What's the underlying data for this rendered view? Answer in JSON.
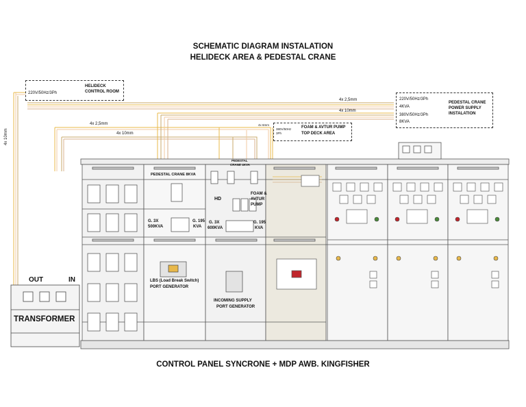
{
  "title": {
    "line1": "SCHEMATIC DIAGRAM INSTALATION",
    "line2": "HELIDECK AREA & PEDESTAL CRANE"
  },
  "helideck_box": {
    "label1": "HELIDECK",
    "label2": "CONTROL ROOM",
    "supply": "220V/50Hz/3Ph"
  },
  "crane_box": {
    "supply1": "220V/50Hz/3Ph",
    "supply2": "4KVA",
    "supply3": "380V/50Hz/3Ph",
    "supply4": "8KVA",
    "label1": "PEDESTAL CRANE",
    "label2": "POWER SUPPLY",
    "label3": "INSTALATION"
  },
  "foam_box": {
    "supply1": "380V/50Hz",
    "supply2": "3Ph",
    "label1": "FOAM & AVTUR PUMP",
    "label2": "TOP DECK AREA"
  },
  "cables": {
    "c1": "4x 2,5mm",
    "c2": "4x 10mm",
    "c3": "4x 2,5mm",
    "c4": "4x 10mm",
    "c5": "4x 6mm",
    "c6": "4x 10mm"
  },
  "panels": {
    "pedestal_8kva": "PEDESTAL CRANE 8KVA",
    "pedestal_4kva_1": "PEDESTAL",
    "pedestal_4kva_2": "CRANE 4KVA",
    "g3x_left_1": "G. 3X",
    "g3x_left_2": "500KVA",
    "g195_left_1": "G. 195",
    "g195_left_2": "KVA",
    "g3x_mid_1": "G. 3X",
    "g3x_mid_2": "600KVA",
    "g195_mid_1": "G. 195",
    "g195_mid_2": "KVA",
    "hd": "HD",
    "foam_1": "FOAM &",
    "foam_2": "AVTUR",
    "foam_3": "PUMP",
    "lbs_1": "LBS (Load Break Switch)",
    "lbs_2": "PORT GENERATOR",
    "incoming_1": "INCOMING SUPPLY",
    "incoming_2": "PORT GENERATOR"
  },
  "transformer": {
    "label": "TRANSFORMER",
    "out": "OUT",
    "in": "IN"
  },
  "footer": "CONTROL PANEL SYNCRONE + MDP AWB. KINGFISHER"
}
